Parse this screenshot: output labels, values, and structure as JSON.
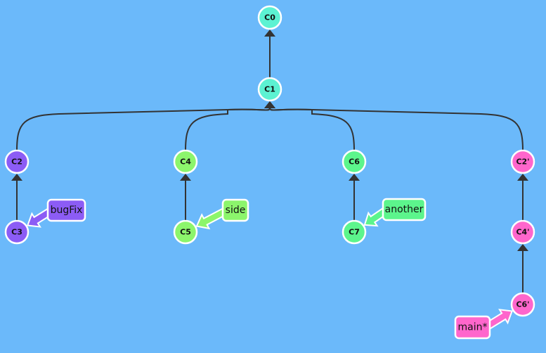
{
  "colors": {
    "background": "#6bb9fa",
    "edge": "#333333",
    "teal": "#5cf2d2",
    "purple": "#8c5cf5",
    "lime": "#8cf56c",
    "green": "#5cf58c",
    "pink": "#ff66cc"
  },
  "commits": [
    {
      "id": "C0",
      "parent": null,
      "color": "teal"
    },
    {
      "id": "C1",
      "parent": "C0",
      "color": "teal"
    },
    {
      "id": "C2",
      "parent": "C1",
      "color": "purple"
    },
    {
      "id": "C3",
      "parent": "C2",
      "color": "purple"
    },
    {
      "id": "C4",
      "parent": "C1",
      "color": "lime"
    },
    {
      "id": "C5",
      "parent": "C4",
      "color": "lime"
    },
    {
      "id": "C6",
      "parent": "C1",
      "color": "green"
    },
    {
      "id": "C7",
      "parent": "C6",
      "color": "green"
    },
    {
      "id": "C2'",
      "parent": "C1",
      "color": "pink"
    },
    {
      "id": "C4'",
      "parent": "C2'",
      "color": "pink"
    },
    {
      "id": "C6'",
      "parent": "C4'",
      "color": "pink"
    }
  ],
  "branches": [
    {
      "name": "bugFix",
      "target": "C3",
      "color": "purple"
    },
    {
      "name": "side",
      "target": "C5",
      "color": "lime"
    },
    {
      "name": "another",
      "target": "C7",
      "color": "green"
    },
    {
      "name": "main*",
      "target": "C6'",
      "color": "pink"
    }
  ]
}
